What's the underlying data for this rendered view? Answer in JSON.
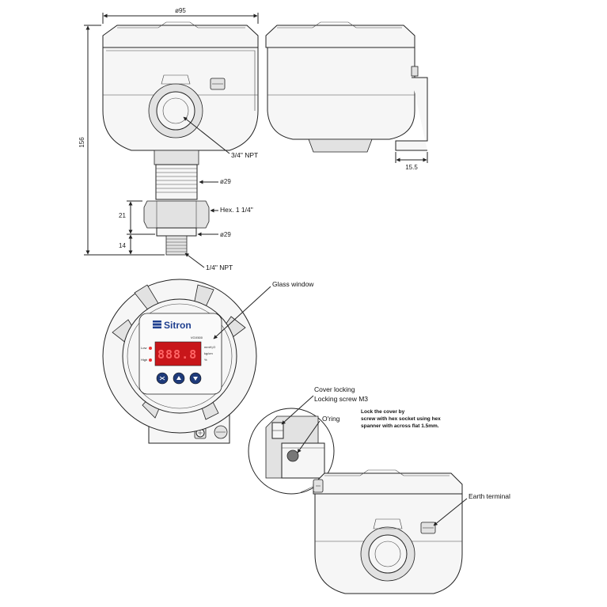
{
  "dimensions": {
    "overall_diameter": "ø95",
    "overall_height": "156",
    "stem_diameter_upper": "ø29",
    "hex_length": "21",
    "stem_diameter_lower": "ø29",
    "thread_length": "14",
    "side_offset": "15.5"
  },
  "callouts": {
    "conduit_entry": "3/4\" NPT",
    "hex": "Hex. 1 1/4\"",
    "process_connection": "1/4\" NPT",
    "glass_window": "Glass window",
    "cover_locking": "Cover locking",
    "locking_screw": "Locking screw M3",
    "oring": "O'ring",
    "lock_note_line1": "Lock the cover by",
    "lock_note_line2": "screw with hex socket using hex",
    "lock_note_line3": "spanner with across flat 1.5mm.",
    "earth_terminal": "Earth terminal"
  },
  "display": {
    "brand": "Sitron",
    "model": "VGX500",
    "readout": "888.8",
    "units": [
      "mmH₂O",
      "kg/cm",
      "%"
    ],
    "alarm_labels": [
      "Low",
      "High"
    ],
    "buttons": [
      "enter",
      "up",
      "down"
    ]
  },
  "colors": {
    "line": "#222222",
    "brand": "#1f3f8f",
    "display_bg": "#c8161a",
    "segment": "#ff6666",
    "button": "#1e3a7a"
  }
}
